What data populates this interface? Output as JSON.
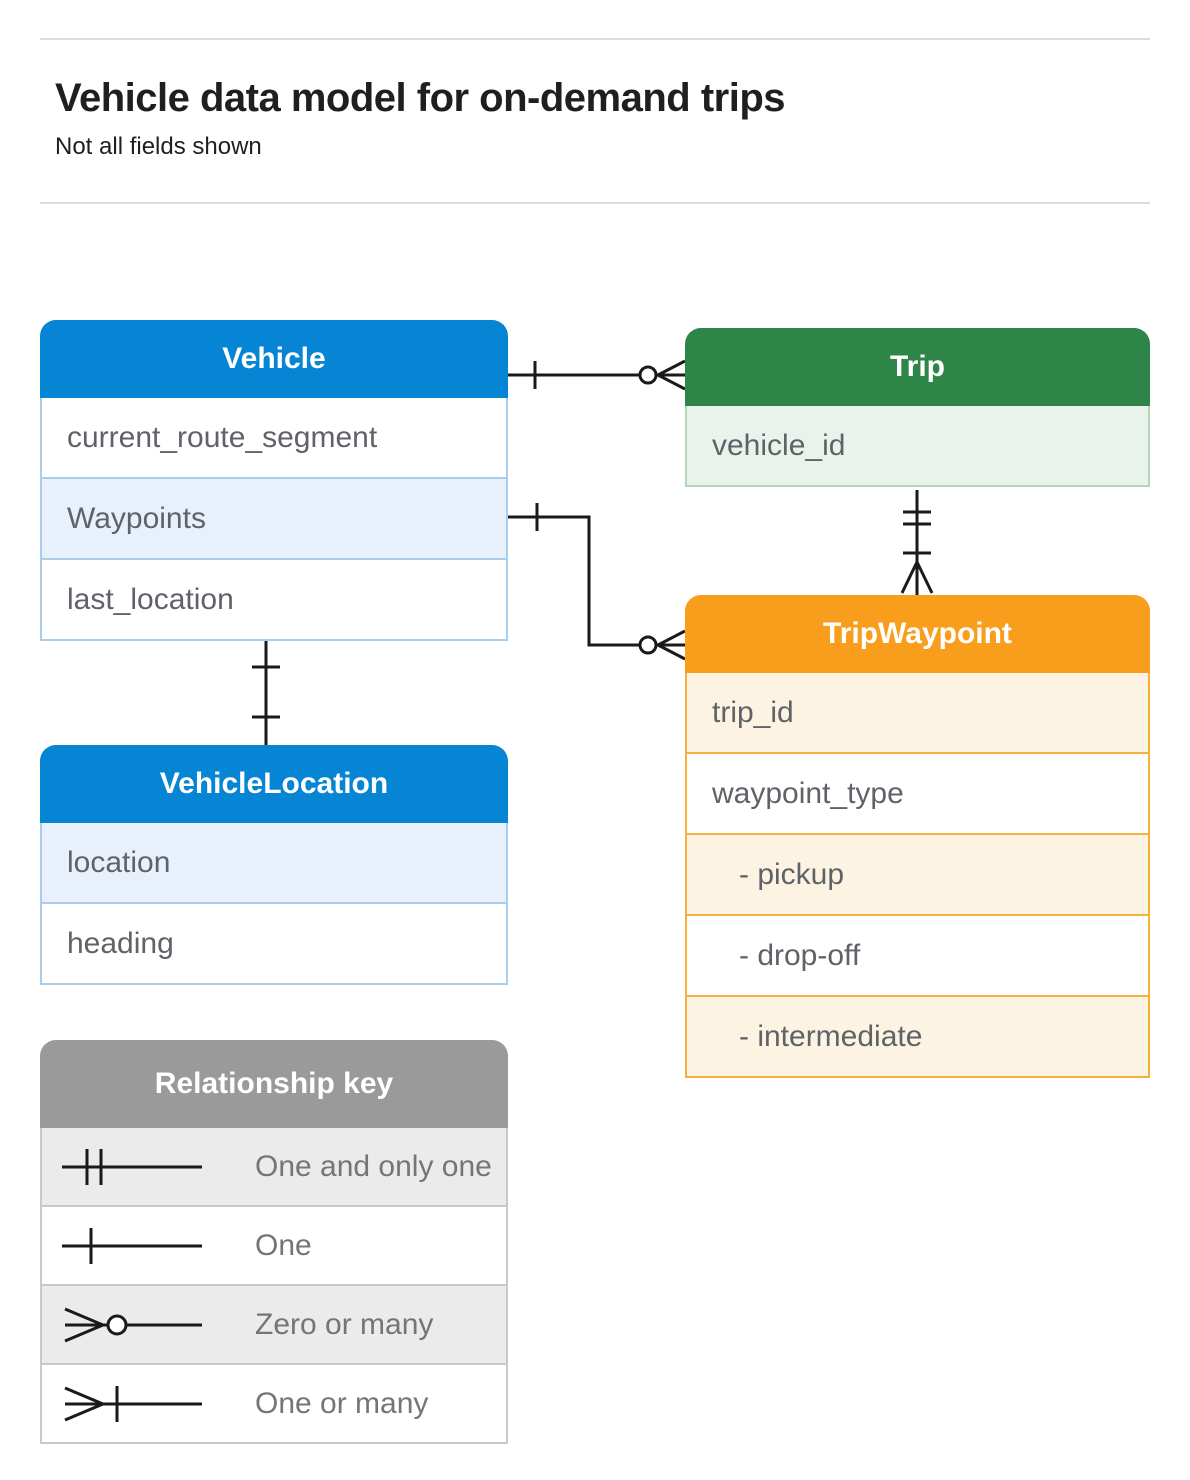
{
  "page": {
    "title": "Vehicle data model for on-demand trips",
    "subtitle": "Not all fields shown"
  },
  "colors": {
    "blue_header": "#0585d3",
    "blue_row": "#e7f0fb",
    "green_header": "#2e8548",
    "green_row": "#e9f3ec",
    "orange_header": "#f99d1d",
    "orange_row": "#fdf3e3",
    "key_header": "#9a9a9a",
    "key_row": "#ebebeb",
    "connector": "#1a1a1a"
  },
  "tables": {
    "vehicle": {
      "title": "Vehicle",
      "rows": [
        {
          "label": "current_route_segment"
        },
        {
          "label": "Waypoints"
        },
        {
          "label": "last_location"
        }
      ]
    },
    "trip": {
      "title": "Trip",
      "rows": [
        {
          "label": "vehicle_id"
        }
      ]
    },
    "trip_waypoint": {
      "title": "TripWaypoint",
      "rows": [
        {
          "label": "trip_id"
        },
        {
          "label": "waypoint_type"
        },
        {
          "label": "- pickup"
        },
        {
          "label": "- drop-off"
        },
        {
          "label": "- intermediate"
        }
      ]
    },
    "vehicle_location": {
      "title": "VehicleLocation",
      "rows": [
        {
          "label": "location"
        },
        {
          "label": "heading"
        }
      ]
    },
    "key": {
      "title": "Relationship key",
      "rows": [
        {
          "symbol": "one-and-only-one",
          "label": "One and only one"
        },
        {
          "symbol": "one",
          "label": "One"
        },
        {
          "symbol": "zero-or-many",
          "label": "Zero or many"
        },
        {
          "symbol": "one-or-many",
          "label": "One or many"
        }
      ]
    }
  },
  "relationships": [
    {
      "from": "Vehicle",
      "to": "Trip",
      "from_end": "one",
      "to_end": "zero-or-many"
    },
    {
      "from": "Vehicle.Waypoints",
      "to": "TripWaypoint",
      "from_end": "one",
      "to_end": "zero-or-many"
    },
    {
      "from": "Trip",
      "to": "TripWaypoint",
      "from_end": "one-and-only-one",
      "to_end": "one-or-many"
    },
    {
      "from": "Vehicle.last_location",
      "to": "VehicleLocation",
      "from_end": "one",
      "to_end": "one"
    }
  ]
}
